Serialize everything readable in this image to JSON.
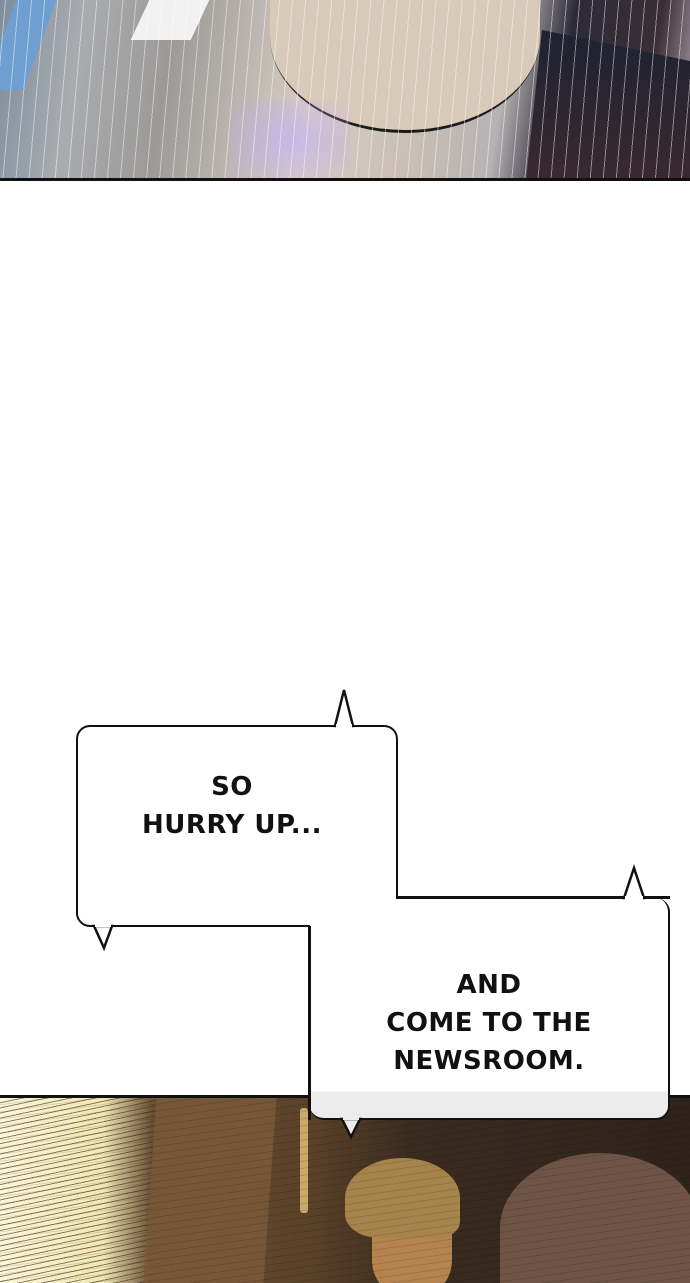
{
  "panels": {
    "top": {
      "description": "Rainy close-up of character's neck and collar"
    },
    "bottom": {
      "description": "Two characters in a dim golden-lit room"
    }
  },
  "bubbles": [
    {
      "id": "bubble-1",
      "lines": "SO\nHURRY UP..."
    },
    {
      "id": "bubble-2",
      "lines": "AND\nCOME TO THE\nNEWSROOM."
    }
  ],
  "colors": {
    "background": "#ffffff",
    "border": "#111111",
    "text": "#111111"
  }
}
